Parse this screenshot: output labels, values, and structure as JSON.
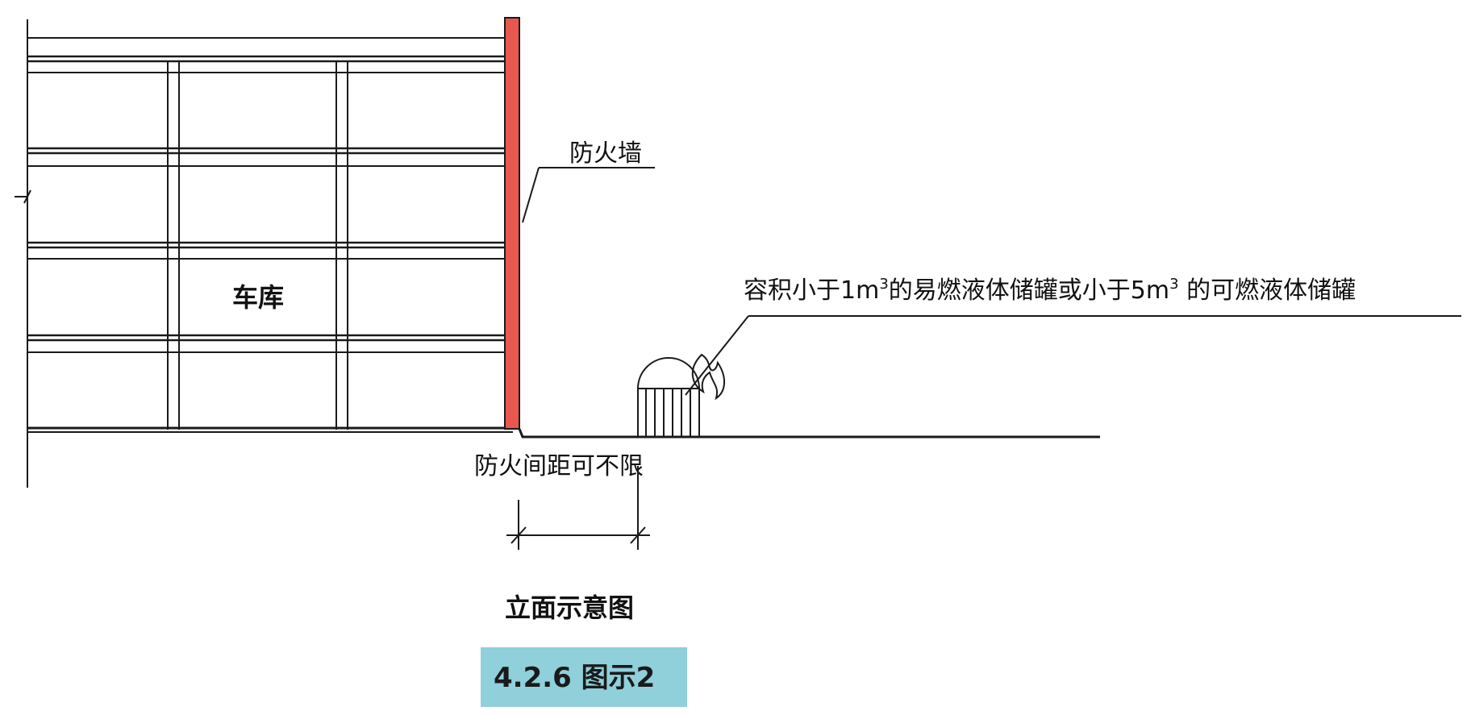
{
  "diagram": {
    "labels": {
      "firewall": "防火墙",
      "garage": "车库",
      "tank_note_part1": "容积小于1m",
      "tank_note_sup1": "3",
      "tank_note_part2": "的易燃液体储罐或小于5m",
      "tank_note_sup2": "3",
      "tank_note_part3": " 的可燃液体储罐",
      "spacing": "防火间距可不限",
      "view_title": "立面示意图"
    },
    "badge": {
      "text": "4.2.6 图示2",
      "bg_color": "#8fd0da"
    },
    "colors": {
      "firewall": "#e8584f",
      "line": "#1a1a1a"
    }
  }
}
